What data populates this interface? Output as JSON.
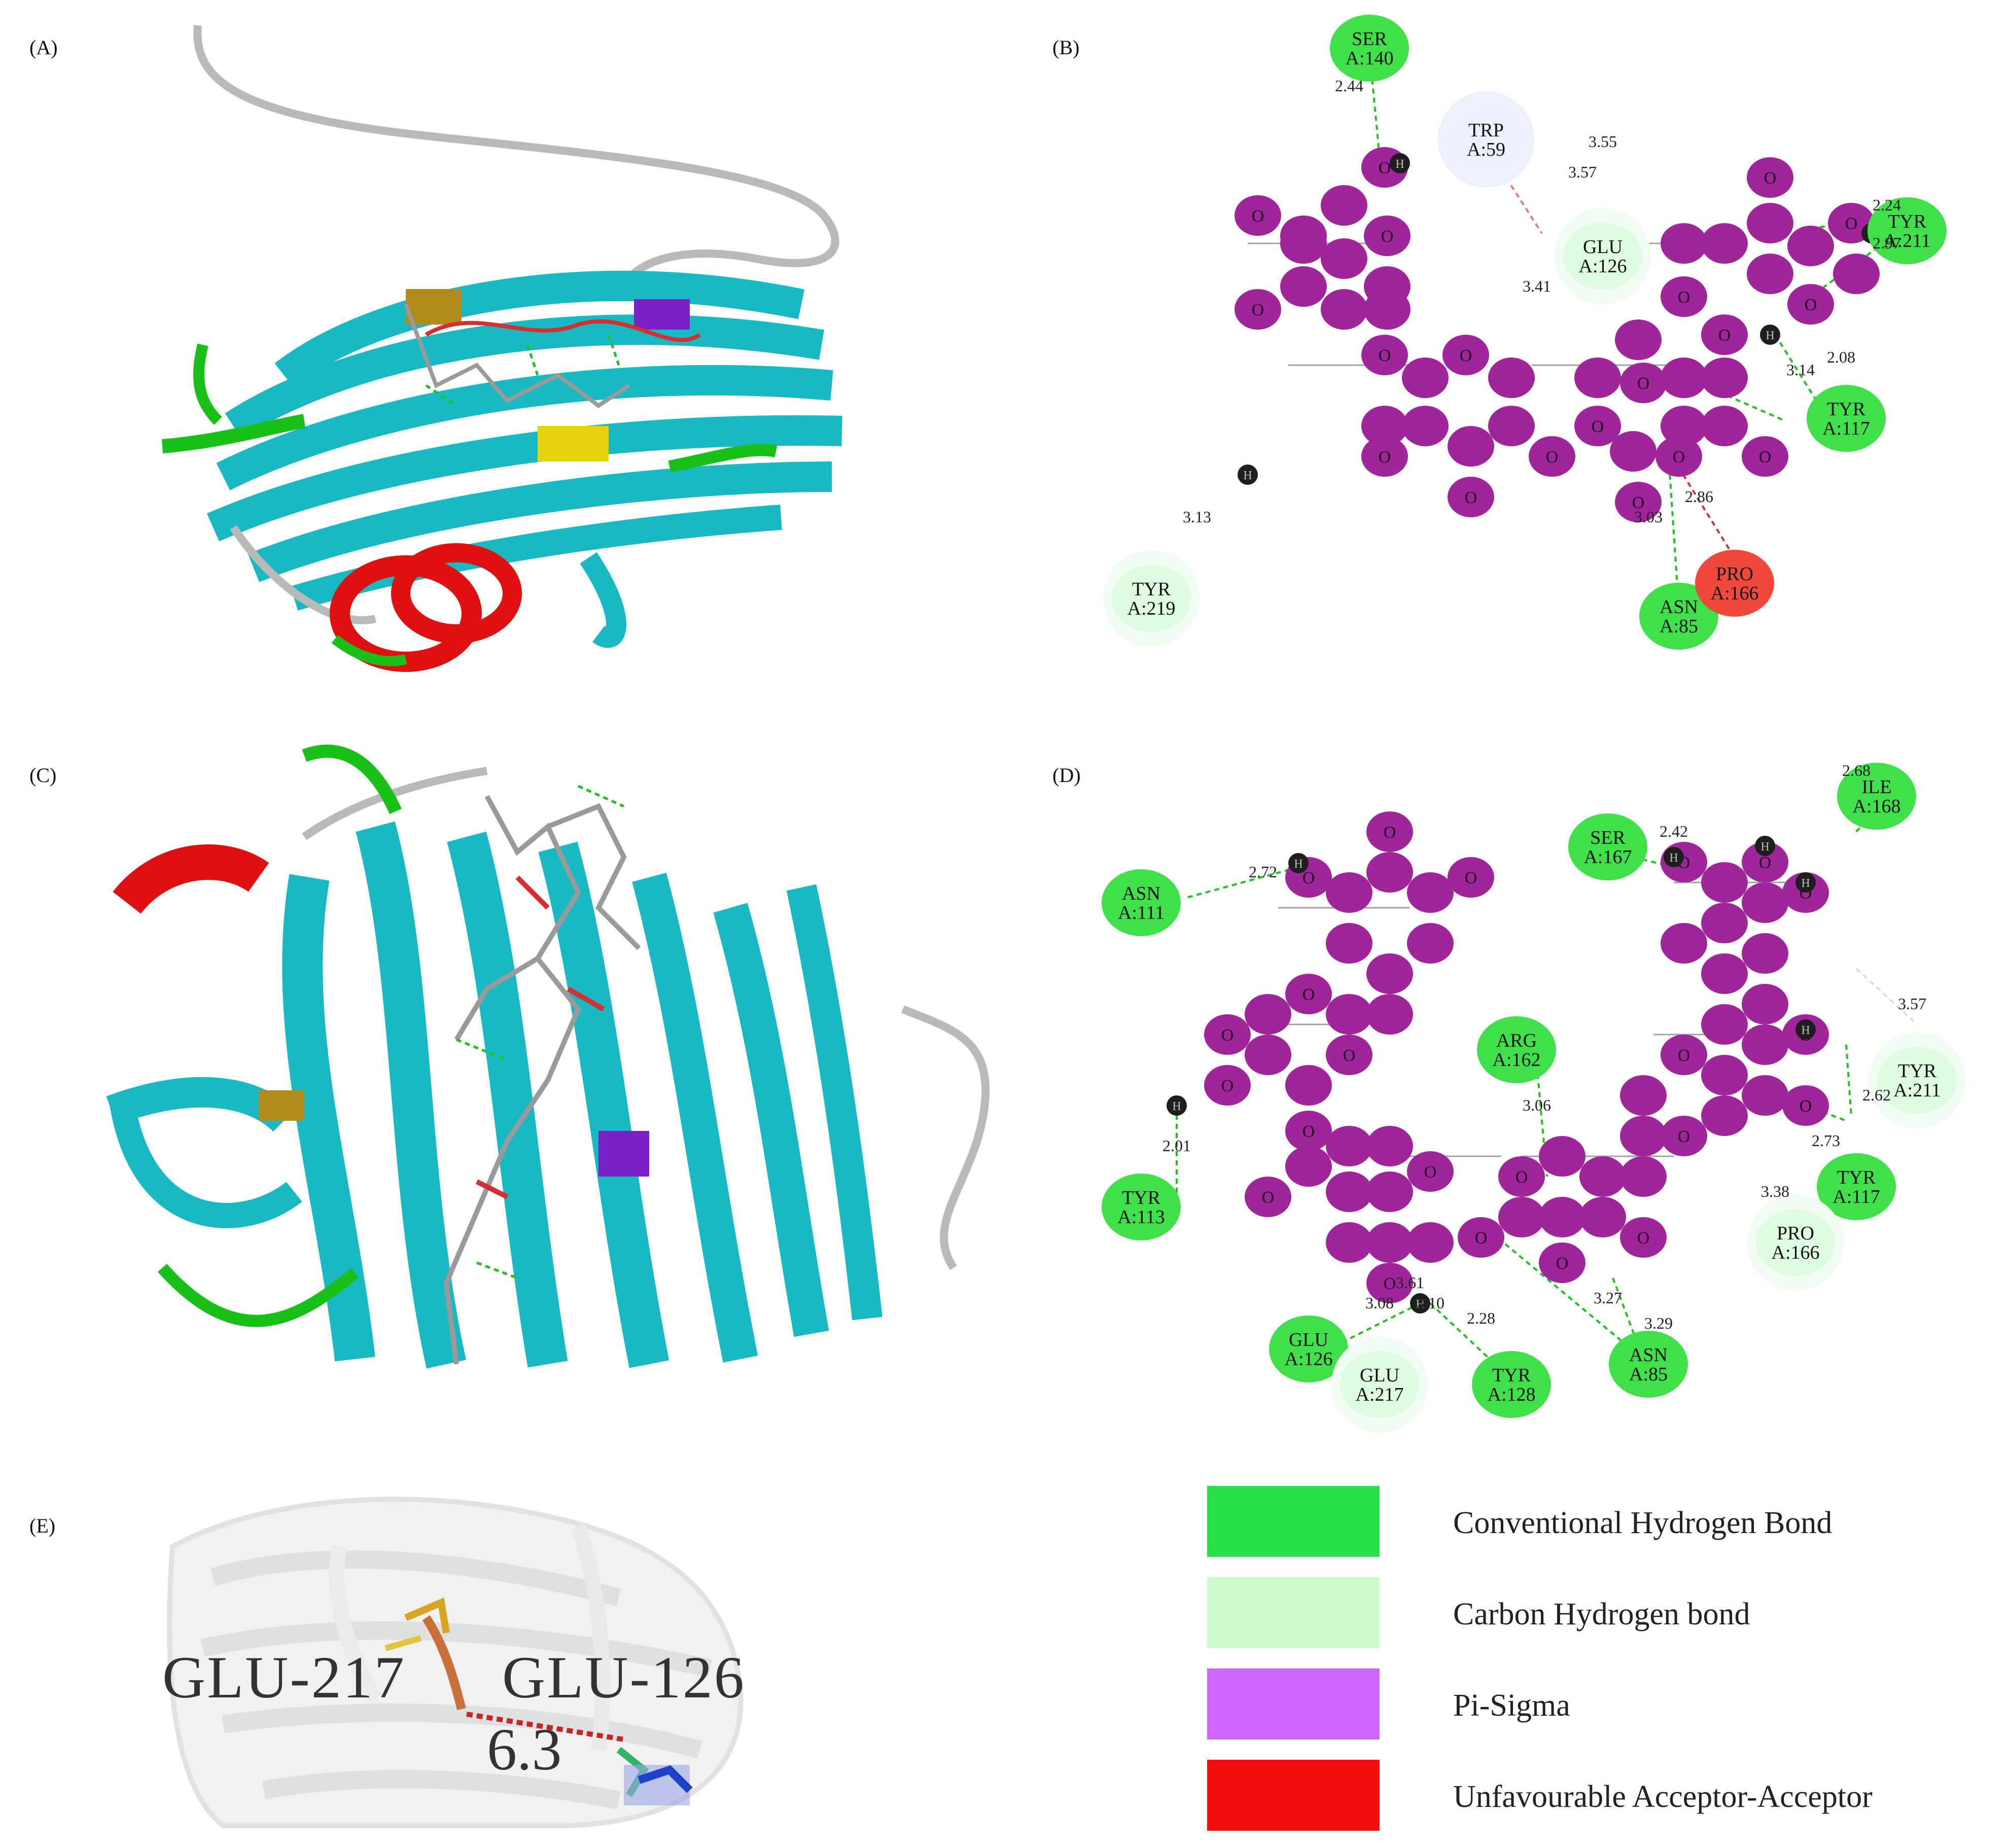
{
  "panels": {
    "a": "(A)",
    "b": "(B)",
    "c": "(C)",
    "d": "(D)",
    "e": "(E)"
  },
  "colors": {
    "helix": "#e01010",
    "sheet": "#19b9c4",
    "turn": "#18c018",
    "coil": "#b9b9b9",
    "atom": "#a0259a",
    "hbond_line": "#1fc21f",
    "unfav_line": "#d03030"
  },
  "atom_glyph": "O",
  "hydrogen_glyph": "H",
  "panel_b": {
    "residues": [
      {
        "name": "SER",
        "id": "A:140",
        "kind": "conventional"
      },
      {
        "name": "TRP",
        "id": "A:59",
        "kind": "pi-sigma"
      },
      {
        "name": "GLU",
        "id": "A:126",
        "kind": "carbon"
      },
      {
        "name": "TYR",
        "id": "A:211",
        "kind": "conventional"
      },
      {
        "name": "TYR",
        "id": "A:117",
        "kind": "conventional"
      },
      {
        "name": "TYR",
        "id": "A:219",
        "kind": "carbon"
      },
      {
        "name": "ASN",
        "id": "A:85",
        "kind": "conventional"
      },
      {
        "name": "PRO",
        "id": "A:166",
        "kind": "unfavourable"
      }
    ],
    "distances": [
      "2.44",
      "3.55",
      "3.57",
      "2.24",
      "2.97",
      "3.41",
      "2.08",
      "3.14",
      "3.13",
      "3.03",
      "2.86"
    ]
  },
  "panel_d": {
    "residues": [
      {
        "name": "ILE",
        "id": "A:168",
        "kind": "conventional"
      },
      {
        "name": "SER",
        "id": "A:167",
        "kind": "conventional"
      },
      {
        "name": "ASN",
        "id": "A:111",
        "kind": "conventional"
      },
      {
        "name": "ARG",
        "id": "A:162",
        "kind": "conventional"
      },
      {
        "name": "TYR",
        "id": "A:211",
        "kind": "carbon"
      },
      {
        "name": "TYR",
        "id": "A:113",
        "kind": "conventional"
      },
      {
        "name": "TYR",
        "id": "A:117",
        "kind": "conventional"
      },
      {
        "name": "PRO",
        "id": "A:166",
        "kind": "carbon"
      },
      {
        "name": "GLU",
        "id": "A:126",
        "kind": "conventional"
      },
      {
        "name": "GLU",
        "id": "A:217",
        "kind": "carbon"
      },
      {
        "name": "TYR",
        "id": "A:128",
        "kind": "conventional"
      },
      {
        "name": "ASN",
        "id": "A:85",
        "kind": "conventional"
      }
    ],
    "distances": [
      "2.68",
      "2.42",
      "2.72",
      "3.57",
      "3.06",
      "2.62",
      "2.73",
      "2.01",
      "3.38",
      "3.61",
      "3.08",
      "3.10",
      "2.28",
      "3.27",
      "3.29"
    ]
  },
  "panel_e": {
    "label_left": "GLU-217",
    "label_right": "GLU-126",
    "distance": "6.3"
  },
  "legend": [
    {
      "label": "Conventional Hydrogen Bond",
      "color": "#28e04a"
    },
    {
      "label": "Carbon Hydrogen bond",
      "color": "#ccfbcf"
    },
    {
      "label": "Pi-Sigma",
      "color": "#cf66ff"
    },
    {
      "label": "Unfavourable Acceptor-Acceptor",
      "color": "#f40f0f"
    }
  ]
}
